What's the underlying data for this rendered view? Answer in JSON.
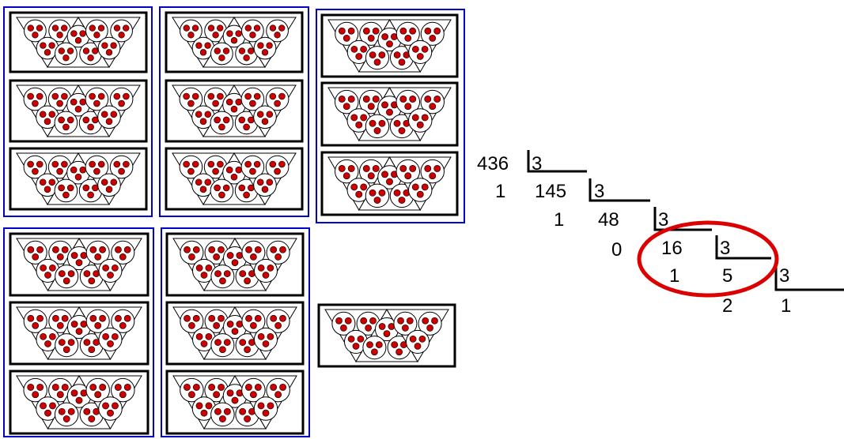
{
  "grouping": {
    "blue_groups": 5,
    "rows_per_blue_group": 3,
    "triangles_per_row": 3,
    "circles_per_triangle": 3,
    "dots_per_circle": 3,
    "extra_rows": 1,
    "remainder_dots": 0
  },
  "division": {
    "steps": [
      {
        "dividend": "436",
        "divisor": "3",
        "remainder": "1"
      },
      {
        "dividend": "145",
        "divisor": "3",
        "remainder": "1"
      },
      {
        "dividend": "48",
        "divisor": "3",
        "remainder": "0"
      },
      {
        "dividend": "16",
        "divisor": "3",
        "remainder": "1"
      },
      {
        "dividend": "5",
        "divisor": "3",
        "remainder": "2"
      }
    ],
    "final_quotient": "1",
    "final_divisor": "3"
  },
  "colors": {
    "group_border": "#0000cc",
    "row_border": "#000000",
    "dot": "#cc0000",
    "highlight": "#dd0000"
  }
}
